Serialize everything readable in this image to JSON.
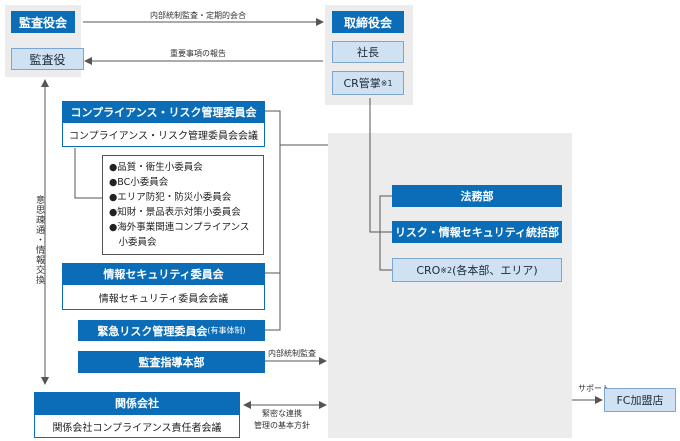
{
  "left_top": {
    "audit_board": "監査役会",
    "auditor": "監査役"
  },
  "right_top": {
    "board": "取締役会",
    "president": "社長",
    "cr_head": "CR管掌",
    "cr_note": "※1"
  },
  "arrows": {
    "top_right": "内部統制監査・定期的会合",
    "top_left": "重要事項の報告",
    "vertical": "意思疎通・情報交換",
    "internal_audit": "内部統制監査",
    "collab_line1": "緊密な連携",
    "collab_line2": "管理の基本方針",
    "support": "サポート"
  },
  "compliance": {
    "committee": "コンプライアンス・リスク管理委員会",
    "meeting": "コンプライアンス・リスク管理委員会会議",
    "subcommittees": [
      "●品質・衛生小委員会",
      "●BC小委員会",
      "●エリア防犯・防災小委員会",
      "●知財・景品表示対策小委員会",
      "●海外事業関連コンプライアンス",
      "　小委員会"
    ]
  },
  "infosec": {
    "committee": "情報セキュリティ委員会",
    "meeting": "情報セキュリティ委員会会議"
  },
  "emergency": {
    "label": "緊急リスク管理委員会",
    "note": "(有事体制)"
  },
  "audit_dept": "監査指導本部",
  "affiliates": {
    "title": "関係会社",
    "meeting": "関係会社コンプライアンス責任者会議"
  },
  "right_org": {
    "legal": "法務部",
    "risk_info": "リスク・情報セキュリティ統括部",
    "cro": "CRO",
    "cro_note": "※2",
    "cro_scope": "(各本部、エリア)"
  },
  "fc": "FC加盟店",
  "colors": {
    "brand_blue": "#0b6db7",
    "light_blue": "#cfe1f2",
    "gray_bg": "#ececec"
  }
}
